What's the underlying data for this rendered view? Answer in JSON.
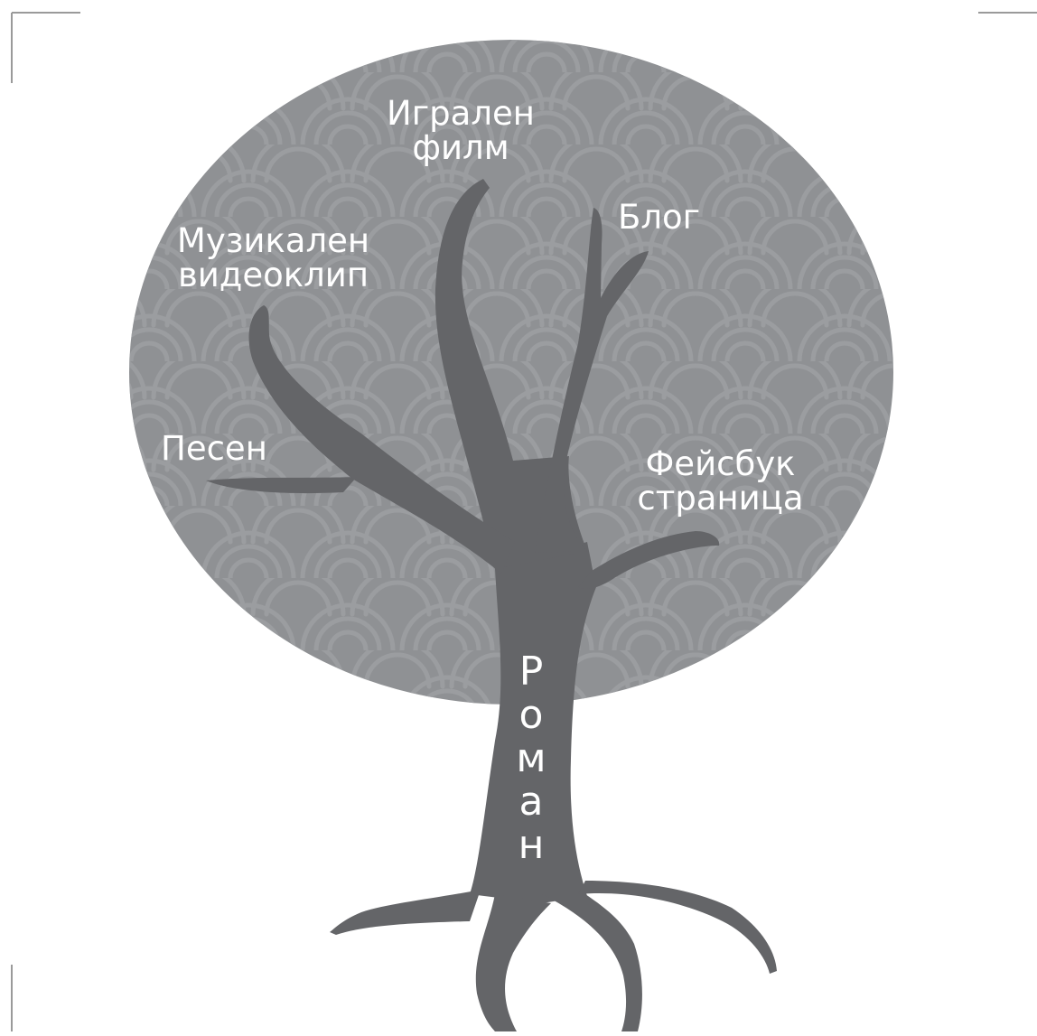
{
  "diagram": {
    "trunk_label": "Роман",
    "trunk_letters": [
      "Р",
      "о",
      "м",
      "а",
      "н"
    ],
    "branches": {
      "feature_film": {
        "line1": "Игрален",
        "line2": "филм"
      },
      "blog": {
        "line1": "Блог"
      },
      "music_video": {
        "line1": "Музикален",
        "line2": "видеоклип"
      },
      "song": {
        "line1": "Песен"
      },
      "facebook_page": {
        "line1": "Фейсбук",
        "line2": "страница"
      }
    },
    "colors": {
      "crown": "#8f9194",
      "crown_pattern": "#9ea0a3",
      "tree": "#646568",
      "text": "#ffffff",
      "crop_marks": "#9a9a9a"
    }
  }
}
